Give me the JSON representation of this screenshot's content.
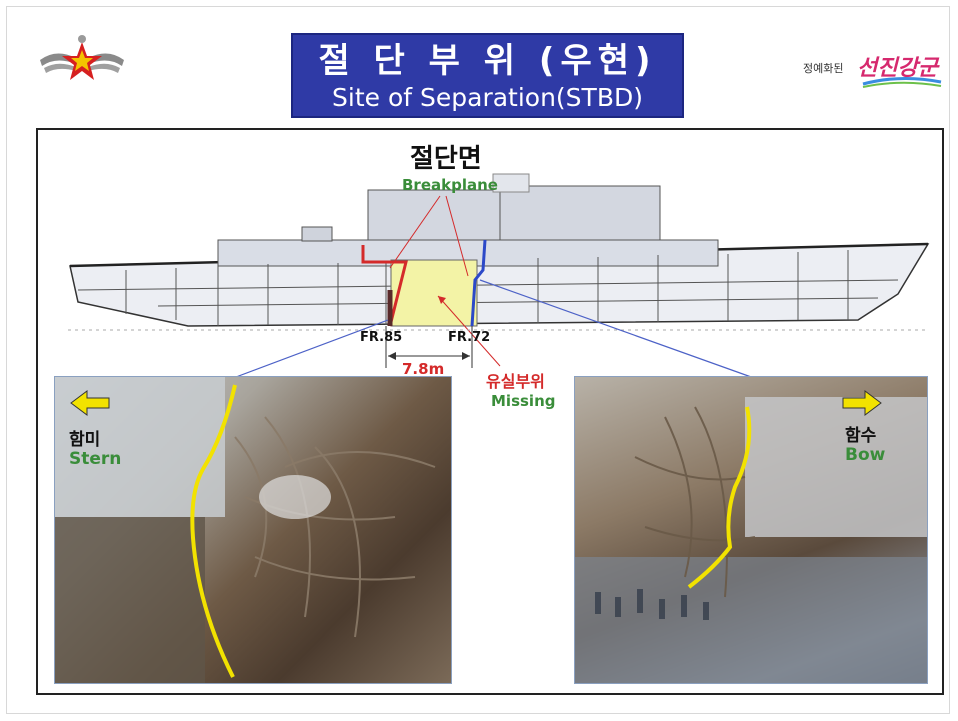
{
  "title": {
    "korean": "절 단 부 위 (우현)",
    "english": "Site of Separation(STBD)"
  },
  "slogan": {
    "prefix": "정예화된",
    "main": "선진강군"
  },
  "diagram": {
    "heading_korean": "절단면",
    "heading_english": "Breakplane",
    "frame_left": "FR.85",
    "frame_right": "FR.72",
    "length": "7.8m",
    "missing_korean": "유실부위",
    "missing_english": "Missing"
  },
  "stern_photo": {
    "label_korean": "함미",
    "label_english": "Stern"
  },
  "bow_photo": {
    "label_korean": "함수",
    "label_english": "Bow"
  },
  "colors": {
    "title_bg": "#2f3aa6",
    "cut_line": "#f2e200",
    "green_label": "#3a8d3a",
    "red_label": "#d42a2a",
    "arrow": "#f2e200"
  },
  "icons": [
    "army-emblem-icon",
    "left-arrow-icon",
    "right-arrow-icon"
  ]
}
